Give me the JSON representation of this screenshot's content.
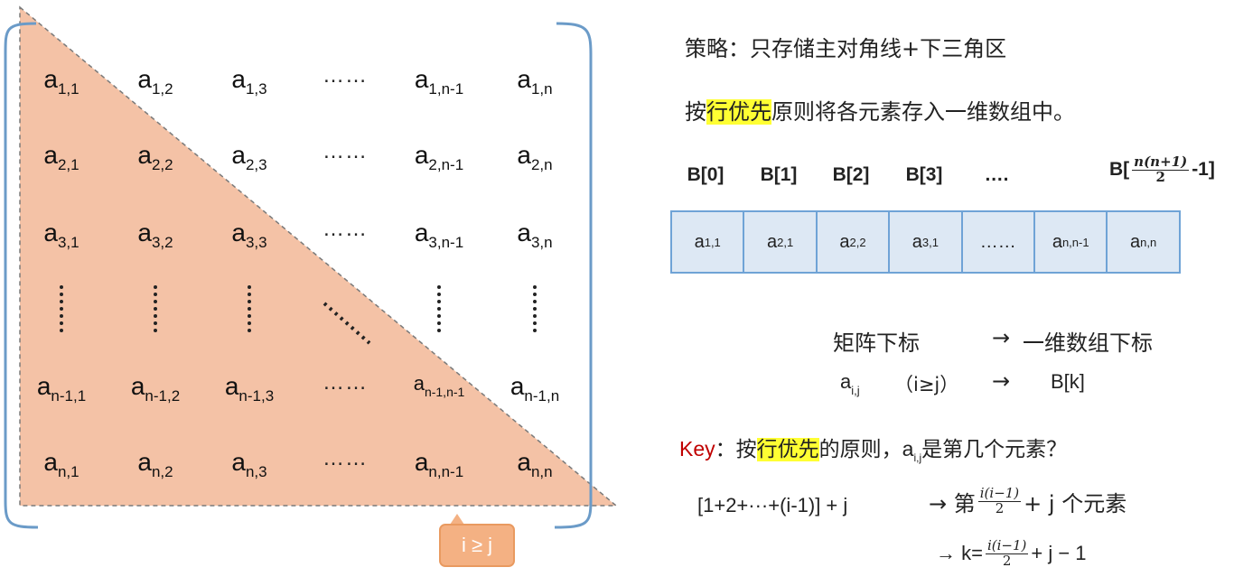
{
  "matrix": {
    "rows": [
      [
        {
          "b": "a",
          "s": "1,1"
        },
        {
          "b": "a",
          "s": "1,2"
        },
        {
          "b": "a",
          "s": "1,3"
        },
        {
          "d": "……"
        },
        {
          "b": "a",
          "s": "1,n-1"
        },
        {
          "b": "a",
          "s": "1,n"
        }
      ],
      [
        {
          "b": "a",
          "s": "2,1"
        },
        {
          "b": "a",
          "s": "2,2"
        },
        {
          "b": "a",
          "s": "2,3"
        },
        {
          "d": "……"
        },
        {
          "b": "a",
          "s": "2,n-1"
        },
        {
          "b": "a",
          "s": "2,n"
        }
      ],
      [
        {
          "b": "a",
          "s": "3,1"
        },
        {
          "b": "a",
          "s": "3,2"
        },
        {
          "b": "a",
          "s": "3,3"
        },
        {
          "d": "……"
        },
        {
          "b": "a",
          "s": "3,n-1"
        },
        {
          "b": "a",
          "s": "3,n"
        }
      ],
      [
        {
          "b": "a",
          "s": "n-1,1"
        },
        {
          "b": "a",
          "s": "n-1,2"
        },
        {
          "b": "a",
          "s": "n-1,3"
        },
        {
          "d": "……"
        },
        {
          "b": "a",
          "s": "n-1,n-1"
        },
        {
          "b": "a",
          "s": "n-1,n"
        }
      ],
      [
        {
          "b": "a",
          "s": "n,1"
        },
        {
          "b": "a",
          "s": "n,2"
        },
        {
          "b": "a",
          "s": "n,3"
        },
        {
          "d": "……"
        },
        {
          "b": "a",
          "s": "n,n-1"
        },
        {
          "b": "a",
          "s": "n,n"
        }
      ]
    ],
    "triangle_fill": "#f4c2a6",
    "bracket_color": "#6b9bc8"
  },
  "callout": {
    "label": "i ≥ j"
  },
  "strategy": {
    "label": "策略：只存储主对角线+下三角区"
  },
  "rule_line": {
    "pre": "按",
    "hl": "行优先",
    "post": "原则将各元素存入一维数组中。"
  },
  "array": {
    "headers": [
      "B[0]",
      "B[1]",
      "B[2]",
      "B[3]",
      "…."
    ],
    "last_header": {
      "pre": "B[",
      "num": "n(n+1)",
      "den": "2",
      "post": "-1]"
    },
    "cells": [
      {
        "b": "a",
        "s": "1,1"
      },
      {
        "b": "a",
        "s": "2,1"
      },
      {
        "b": "a",
        "s": "2,2"
      },
      {
        "b": "a",
        "s": "3,1"
      },
      {
        "d": "……"
      },
      {
        "b": "a",
        "s": "n,n-1"
      },
      {
        "b": "a",
        "s": "n,n"
      }
    ]
  },
  "mapping": {
    "left_label": "矩阵下标",
    "arrow": "→",
    "right_label": "一维数组下标",
    "elem_base": "a",
    "elem_sub": "i,j",
    "cond": "（i≥j）",
    "target": "B[k]"
  },
  "key": {
    "label": "Key",
    "colon": "：",
    "pre": "按",
    "hl": "行优先",
    "mid": "的原则，",
    "elem_base": "a",
    "elem_sub": "i,j",
    "post": "是第几个元素？"
  },
  "formulas": {
    "lhs": "[1+2+···+(i-1)] + j",
    "line1_pre": "→ 第",
    "frac_num": "i(i−1)",
    "frac_den": "2",
    "line1_post": "+ j 个元素",
    "line2_pre": "→ k=",
    "line2_post": "+ j − 1"
  }
}
